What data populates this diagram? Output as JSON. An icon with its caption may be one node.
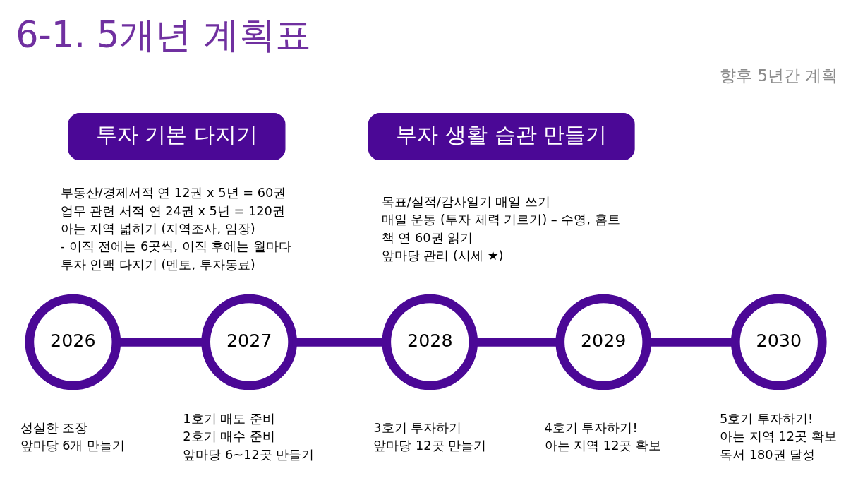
{
  "diagram": {
    "title": "6-1. 5개년 계획표",
    "nodes": [
      {
        "text": [
          "투자 기본 다지기"
        ],
        "beside": [
          "부동산/경제서적 연 12권 x 5년 = 60권",
          "업무 관련 서적 연 24권 x 5년 = 120권",
          "아는 지역 넓히기 (지역조사, 임장)",
          "- 이직 전에는 6곳씩, 이직 후에는 월마다",
          "투자 인맥 다지기 (멘토, 투자동료)"
        ]
      },
      {
        "text": [
          "부자 생활 습관 만들기"
        ],
        "beside": [
          "목표/실적/감사일기 매일 쓰기",
          "매일 운동 (투자 체력 기르기) – 수영, 홈트",
          "책 연 60권 읽기",
          "앞마당 관리 (시세 ★)"
        ]
      },
      {
        "text": [
          "2026"
        ],
        "beside": [
          "성실한 조장",
          "앞마당 6개 만들기"
        ]
      },
      {
        "text": [
          "2027"
        ],
        "beside": [
          "1호기 매도 준비",
          "2호기 매수 준비",
          "앞마당 6~12곳 만들기"
        ]
      },
      {
        "text": [
          "2028"
        ],
        "beside": [
          "3호기 투자하기",
          "앞마당 12곳 만들기"
        ]
      },
      {
        "text": [
          "2029"
        ],
        "beside": [
          "4호기 투자하기!",
          "아는 지역 12곳 확보"
        ]
      },
      {
        "text": [
          "2030"
        ],
        "beside": [
          "5호기 투자하기!",
          "아는 지역 12곳 확보",
          "독서 180권 달성"
        ]
      }
    ],
    "edges": [
      {
        "from": 2,
        "to": 3,
        "arrow": "none"
      },
      {
        "from": 3,
        "to": 4,
        "arrow": "none"
      },
      {
        "from": 4,
        "to": 5,
        "arrow": "none"
      },
      {
        "from": 5,
        "to": 6,
        "arrow": "none"
      }
    ],
    "labels": [
      "향후 5년간 계획"
    ]
  }
}
